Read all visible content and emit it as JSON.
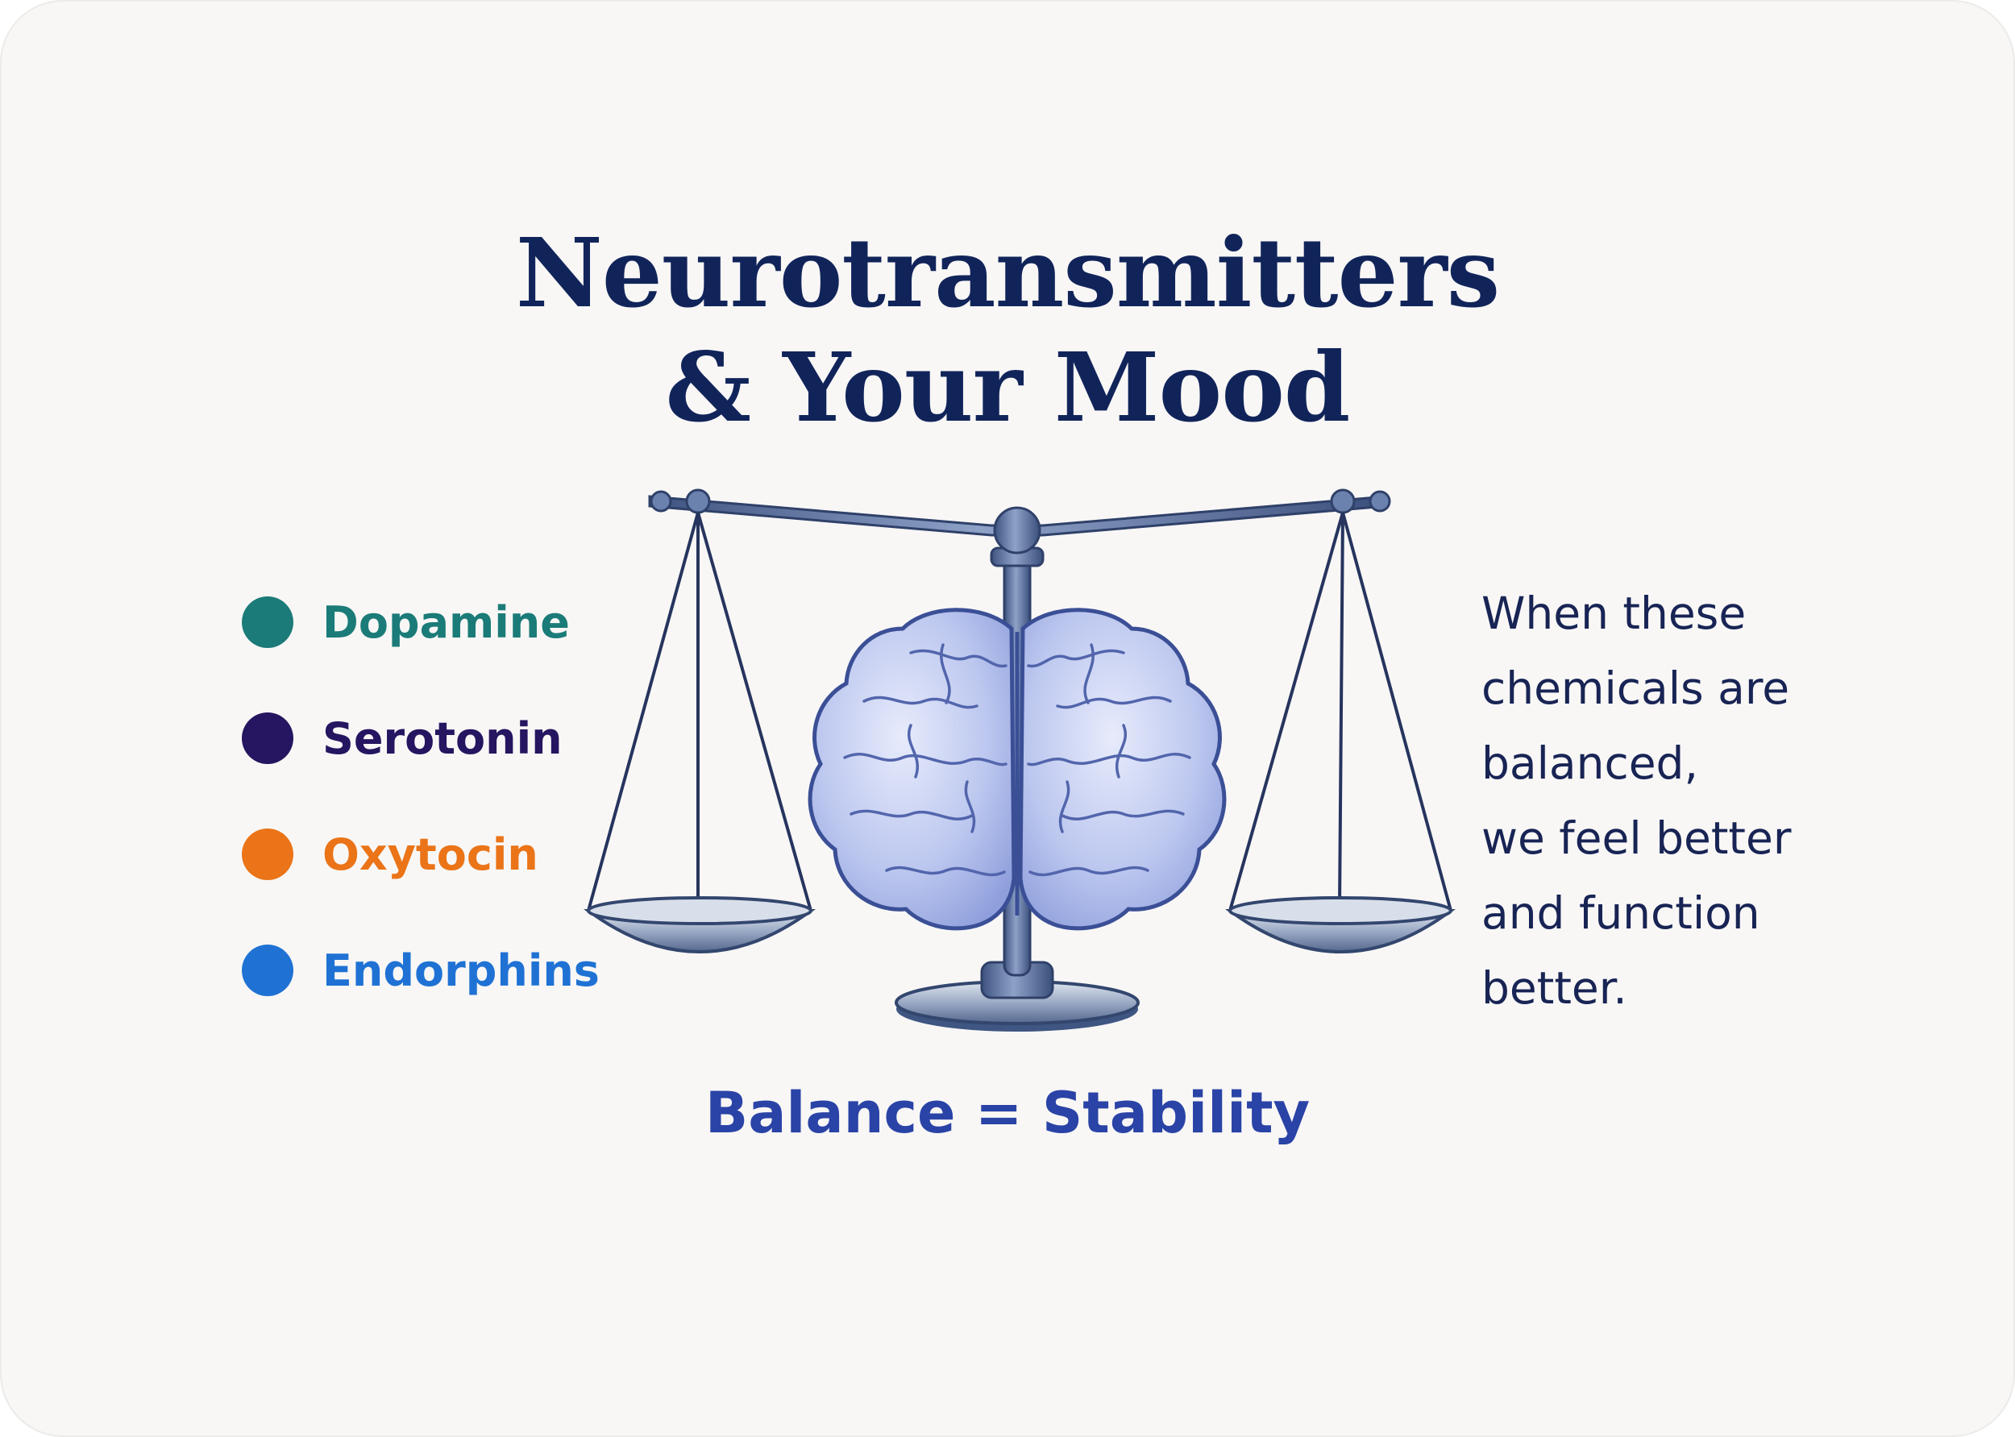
{
  "title": {
    "line1": "Neurotransmitters",
    "line2": "& Your Mood"
  },
  "legend": [
    {
      "label": "Dopamine",
      "color": "#1b7b78"
    },
    {
      "label": "Serotonin",
      "color": "#261560"
    },
    {
      "label": "Oxytocin",
      "color": "#ea7417"
    },
    {
      "label": "Endorphins",
      "color": "#1f72d4"
    }
  ],
  "caption": {
    "lines": [
      "When these",
      "chemicals are",
      "balanced,",
      "we feel better",
      "and function",
      "better."
    ]
  },
  "footer": {
    "text": "Balance = Stability"
  },
  "illustration": {
    "main_icon": "balance-scale-icon",
    "center_icon": "brain-icon",
    "colors": {
      "scale": "#4d6493",
      "brain": "#b8c4ee",
      "brain_outline": "#3b4f96"
    }
  }
}
